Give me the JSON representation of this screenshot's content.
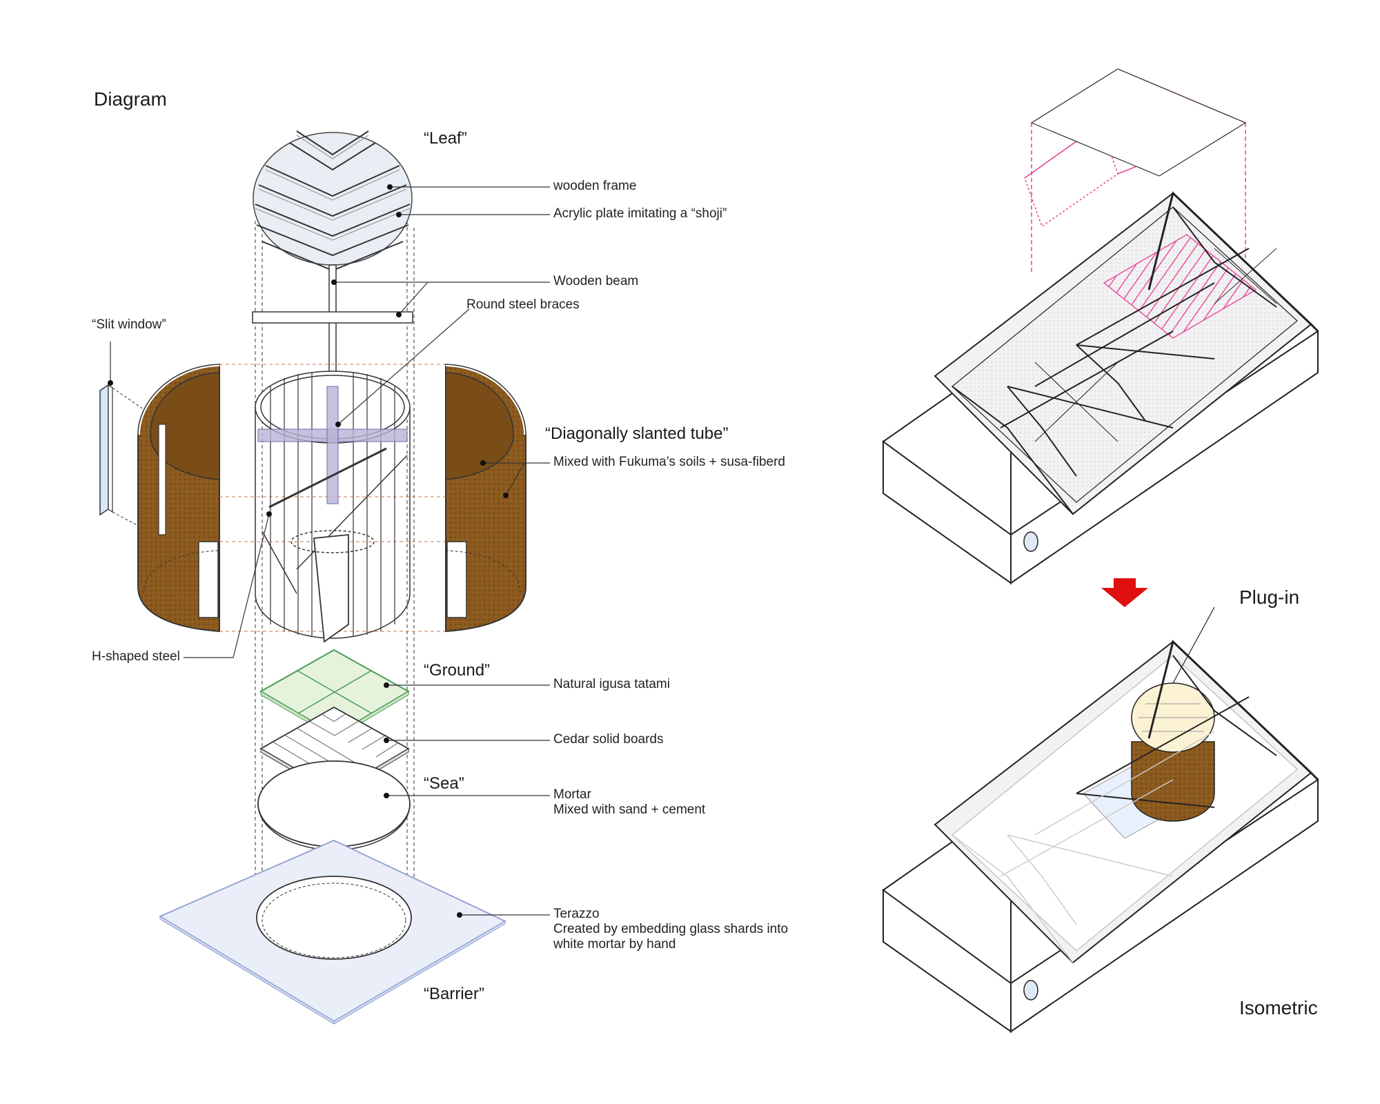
{
  "headings": {
    "diagram": "Diagram",
    "isometric": "Isometric",
    "plugin": "Plug-in"
  },
  "parts": {
    "leaf": "“Leaf”",
    "slanted_tube": "“Diagonally slanted tube”",
    "ground": "“Ground”",
    "sea": "“Sea”",
    "barrier": "“Barrier”",
    "slit_window": "“Slit window”"
  },
  "notes": {
    "wooden_frame": "wooden frame",
    "acrylic_plate": "Acrylic plate imitating a “shoji”",
    "wooden_beam": "Wooden beam",
    "steel_braces": "Round steel braces",
    "fukuma_soils": "Mixed with Fukuma’s soils + susa-fiberd",
    "h_steel": "H-shaped steel",
    "tatami": "Natural igusa tatami",
    "cedar": "Cedar solid boards",
    "mortar": "Mortar",
    "mortar_mix": "Mixed with sand + cement",
    "terazzo": "Terazzo",
    "terazzo_line1": "Created by embedding glass shards into",
    "terazzo_line2": "white mortar by hand"
  },
  "colors": {
    "earth": "#8b5a1e",
    "earth_dark": "#5e3a10",
    "tatami": "#e6f3dc",
    "tatami_line": "#4a9a5a",
    "acrylic": "#e8eef3",
    "terrazzo": "#e9eef9",
    "terrazzo_line": "#8fa0d0",
    "magenta": "#e8409a",
    "arrow": "#e01010",
    "plugin_fill": "#fbf2d4"
  }
}
